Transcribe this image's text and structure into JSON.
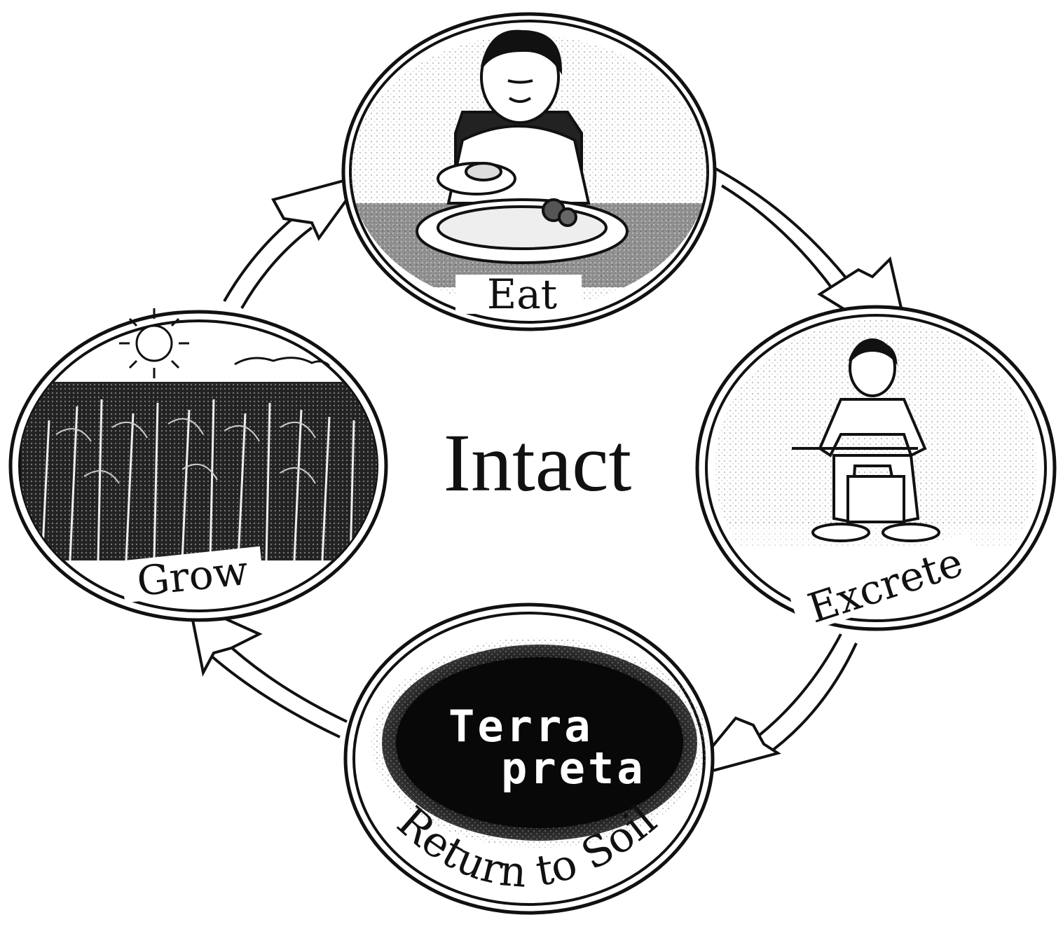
{
  "title": "Intact",
  "stages": {
    "eat": "Eat",
    "excrete": "Excrete",
    "return": "Return to Soil",
    "grow": "Grow"
  },
  "soil_caption": {
    "line1": "Terra",
    "line2": "preta"
  },
  "colors": {
    "ink": "#111111",
    "paper": "#ffffff",
    "stipple": "#9a9a9a",
    "soil": "#0d0d0d"
  }
}
